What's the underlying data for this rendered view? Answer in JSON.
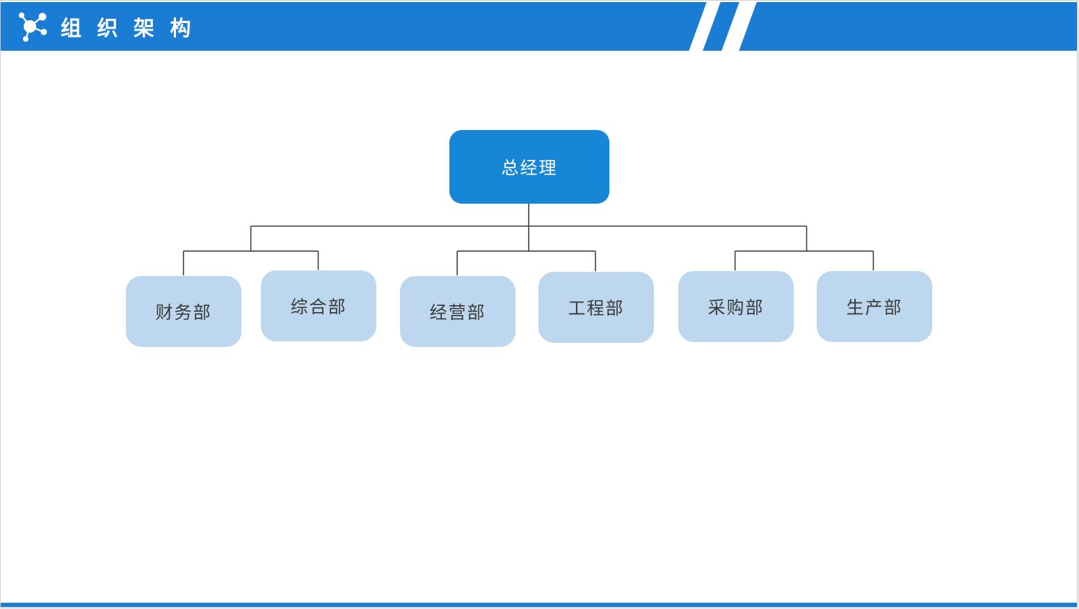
{
  "header": {
    "title": "组 织 架 构",
    "icon": "network-nodes-icon"
  },
  "org_chart": {
    "root": {
      "label": "总经理"
    },
    "groups": [
      {
        "departments": [
          {
            "label": "财务部"
          },
          {
            "label": "综合部"
          }
        ]
      },
      {
        "departments": [
          {
            "label": "经营部"
          },
          {
            "label": "工程部"
          }
        ]
      },
      {
        "departments": [
          {
            "label": "采购部"
          },
          {
            "label": "生产部"
          }
        ]
      }
    ]
  },
  "colors": {
    "header_blue": "#1b7cd4",
    "root_blue": "#1786d6",
    "dept_fill": "#bdd7ee",
    "dept_text": "#3a3a3a",
    "line_color": "#3c3c3c"
  }
}
